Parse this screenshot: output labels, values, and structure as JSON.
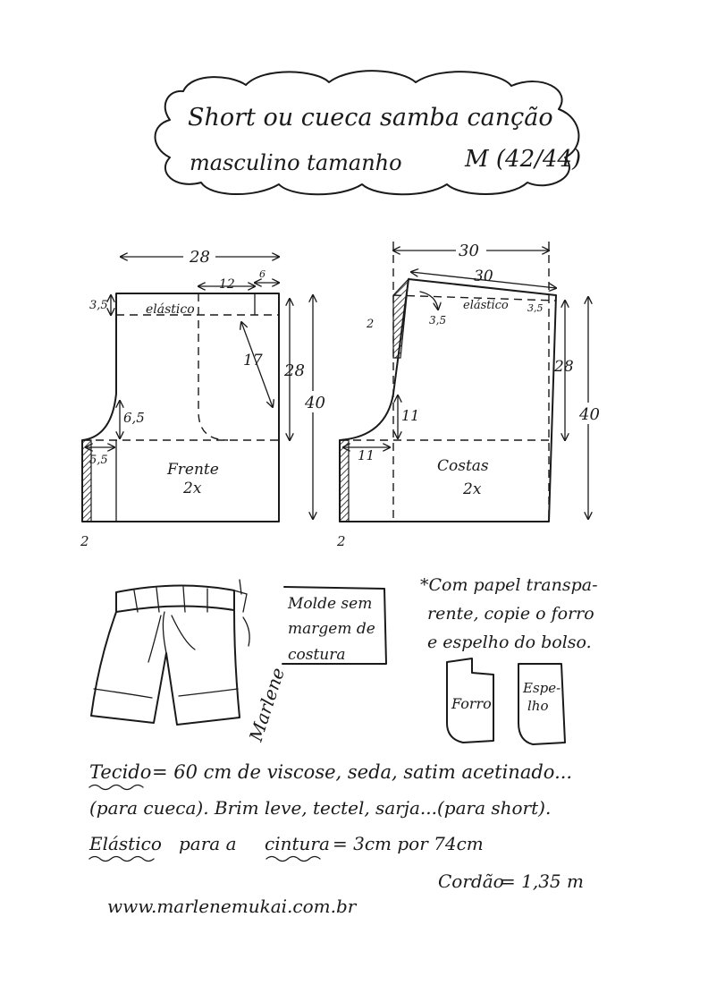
{
  "title": {
    "line1": "Short ou cueca samba canção",
    "line2": "masculino tamanho",
    "size": "M (42/44)"
  },
  "front": {
    "width_top": "28",
    "pocket_width": "12",
    "pocket_offset": "6",
    "waist_band": "3,5",
    "elastic_label": "elástico",
    "pocket_diagonal": "17",
    "side_height": "28",
    "total_height": "40",
    "crotch_height": "6,5",
    "crotch_width": "5,5",
    "bottom_ext": "2",
    "piece_name": "Frente",
    "piece_qty": "2x"
  },
  "back": {
    "width_top": "30",
    "width_slant": "30",
    "left_ext": "2",
    "dart": "3,5",
    "elastic_label": "elástico",
    "right_band": "3,5",
    "side_height": "28",
    "total_height": "40",
    "crotch_height": "11",
    "crotch_width": "11",
    "bottom_ext": "2",
    "piece_name": "Costas",
    "piece_qty": "2x"
  },
  "notes": {
    "margin_note": [
      "Molde sem",
      "margem de",
      "costura"
    ],
    "transparent_note": [
      "*Com papel transpa-",
      "rente, copie o forro",
      "e espelho do bolso."
    ],
    "forro_label": "Forro",
    "espelho_label": [
      "Espe-",
      "lho"
    ],
    "signature": "Marlene"
  },
  "materials": {
    "line1_label": "Tecido",
    "line1_rest": "= 60 cm  de viscose, seda, satim acetinado...",
    "line2": "(para cueca).  Brim leve, tectel, sarja...(para short).",
    "line3_label1": "Elástico",
    "line3_mid": "para a",
    "line3_label2": "cintura",
    "line3_rest": "= 3cm por 74cm",
    "cord_label": "Cordão",
    "cord_rest": "= 1,35 m",
    "website": "www.marlenemukai.com.br"
  }
}
